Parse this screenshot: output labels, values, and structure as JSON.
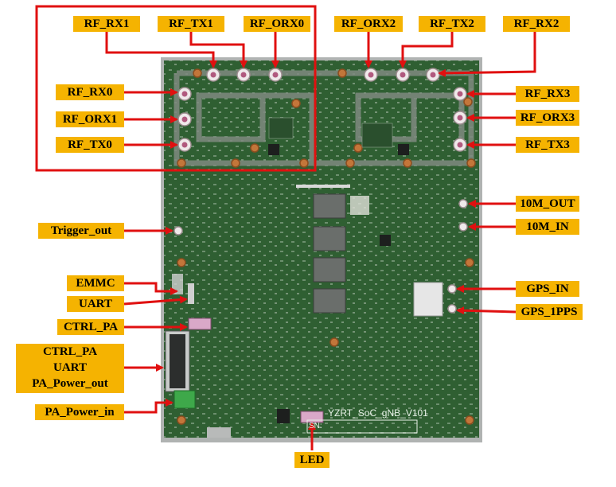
{
  "board": {
    "name": "YZRT_SoC_gNB_V101",
    "sn_label": "SN:"
  },
  "labels": {
    "rf_rx1": "RF_RX1",
    "rf_tx1": "RF_TX1",
    "rf_orx0": "RF_ORX0",
    "rf_orx2": "RF_ORX2",
    "rf_tx2": "RF_TX2",
    "rf_rx2": "RF_RX2",
    "rf_rx0": "RF_RX0",
    "rf_orx1": "RF_ORX1",
    "rf_tx0": "RF_TX0",
    "rf_rx3": "RF_RX3",
    "rf_orx3": "RF_ORX3",
    "rf_tx3": "RF_TX3",
    "m10_out": "10M_OUT",
    "m10_in": "10M_IN",
    "trigger_out": "Trigger_out",
    "emmc": "EMMC",
    "uart": "UART",
    "ctrl_pa": "CTRL_PA",
    "multi_line1": "CTRL_PA",
    "multi_line2": "UART",
    "multi_line3": "PA_Power_out",
    "pa_power_in": "PA_Power_in",
    "gps_in": "GPS_IN",
    "gps_1pps": "GPS_1PPS",
    "led": "LED"
  },
  "colors": {
    "label_fill": "#f5b301",
    "arrow": "#e01010",
    "pcb": "#2f5f32",
    "pcb_dark": "#24492a",
    "frame": "#b0b3b2",
    "connector": "#d9a8c8"
  }
}
